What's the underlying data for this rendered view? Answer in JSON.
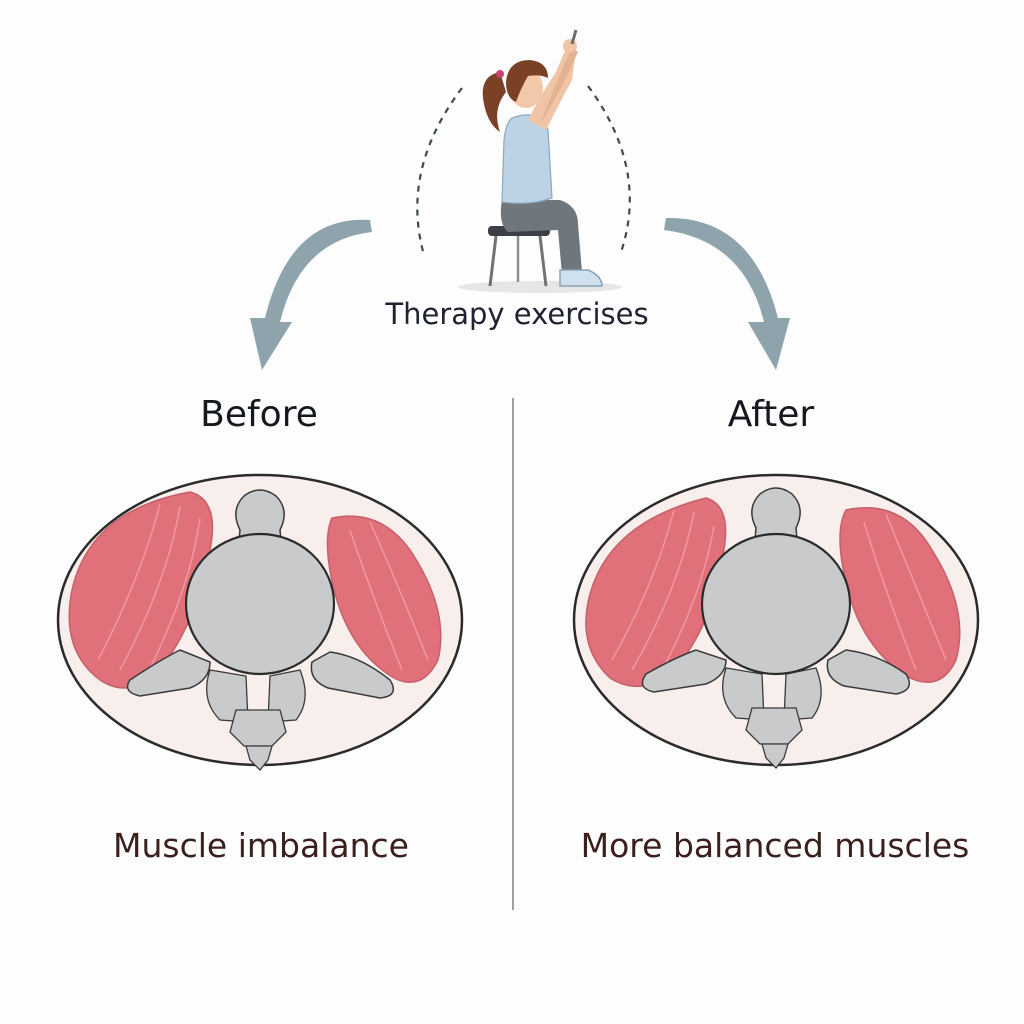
{
  "exercise": {
    "label": "Therapy exercises"
  },
  "before": {
    "heading": "Before",
    "caption": "Muscle imbalance"
  },
  "after": {
    "heading": "After",
    "caption": "More balanced muscles"
  },
  "colors": {
    "arrow": "#8fa3ad",
    "muscle": "#e0707a",
    "muscle_highlight": "#f29aa3",
    "bone": "#c9cacb",
    "bone_outline": "#3a3a3a",
    "skin_fill": "#f8eeec",
    "skin_outline": "#2b2b2b",
    "shirt": "#bcd3e6",
    "pants": "#6f767c",
    "hair": "#7a4127",
    "text": "#1f2230",
    "caption": "#3a1f1e"
  }
}
